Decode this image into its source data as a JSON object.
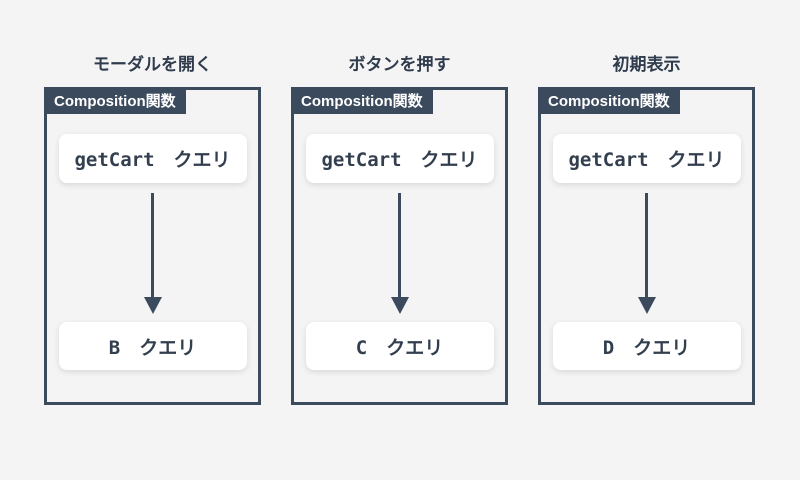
{
  "page": {
    "background_color": "#f4f4f4",
    "accent_color": "#3b4a5c",
    "node_background_color": "#ffffff",
    "title_text_color": "#303c4d"
  },
  "columns": [
    {
      "title": "モーダルを開く",
      "panel_label": "Composition関数",
      "top_node": "getCart　クエリ",
      "arrow": "down",
      "bottom_node": "B　クエリ"
    },
    {
      "title": "ボタンを押す",
      "panel_label": "Composition関数",
      "top_node": "getCart　クエリ",
      "arrow": "down",
      "bottom_node": "C　クエリ"
    },
    {
      "title": "初期表示",
      "panel_label": "Composition関数",
      "top_node": "getCart　クエリ",
      "arrow": "down",
      "bottom_node": "D　クエリ"
    }
  ]
}
